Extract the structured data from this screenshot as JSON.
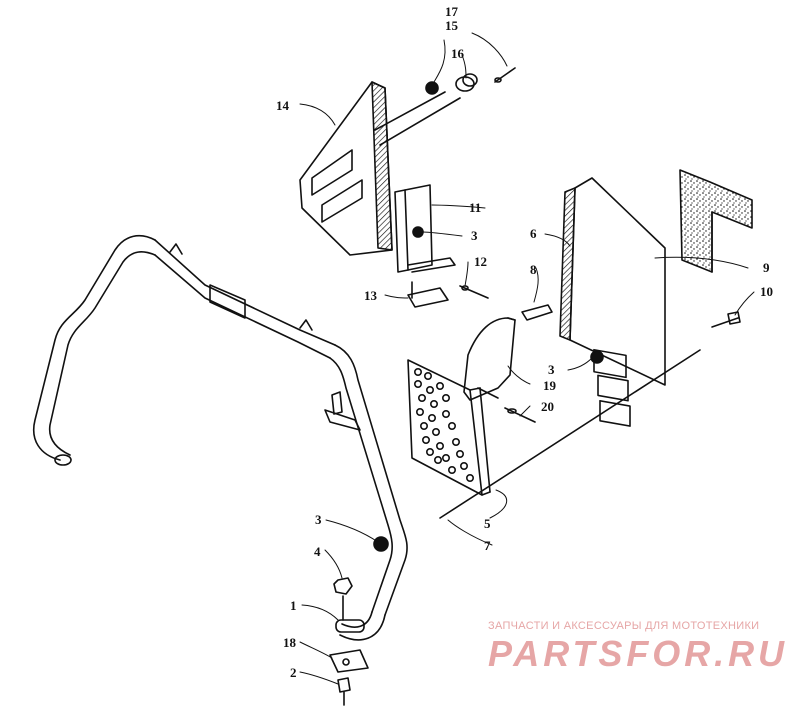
{
  "diagram": {
    "callouts": [
      {
        "id": "c1",
        "text": "1"
      },
      {
        "id": "c2",
        "text": "2"
      },
      {
        "id": "c3a",
        "text": "3"
      },
      {
        "id": "c3b",
        "text": "3"
      },
      {
        "id": "c3c",
        "text": "3"
      },
      {
        "id": "c4",
        "text": "4"
      },
      {
        "id": "c5",
        "text": "5"
      },
      {
        "id": "c6",
        "text": "6"
      },
      {
        "id": "c7",
        "text": "7"
      },
      {
        "id": "c8",
        "text": "8"
      },
      {
        "id": "c9",
        "text": "9"
      },
      {
        "id": "c10",
        "text": "10"
      },
      {
        "id": "c11",
        "text": "11"
      },
      {
        "id": "c12",
        "text": "12"
      },
      {
        "id": "c13",
        "text": "13"
      },
      {
        "id": "c14",
        "text": "14"
      },
      {
        "id": "c15",
        "text": "15"
      },
      {
        "id": "c16",
        "text": "16"
      },
      {
        "id": "c17",
        "text": "17"
      },
      {
        "id": "c18",
        "text": "18"
      },
      {
        "id": "c19",
        "text": "19"
      },
      {
        "id": "c20",
        "text": "20"
      }
    ]
  },
  "watermark": {
    "tagline": "ЗАПЧАСТИ И АКСЕССУАРЫ ДЛЯ МОТОТЕХНИКИ",
    "logo_text": "PARTSFOR.RU",
    "color": "#e6a6a6"
  },
  "colors": {
    "ink": "#111111",
    "background": "#ffffff"
  }
}
